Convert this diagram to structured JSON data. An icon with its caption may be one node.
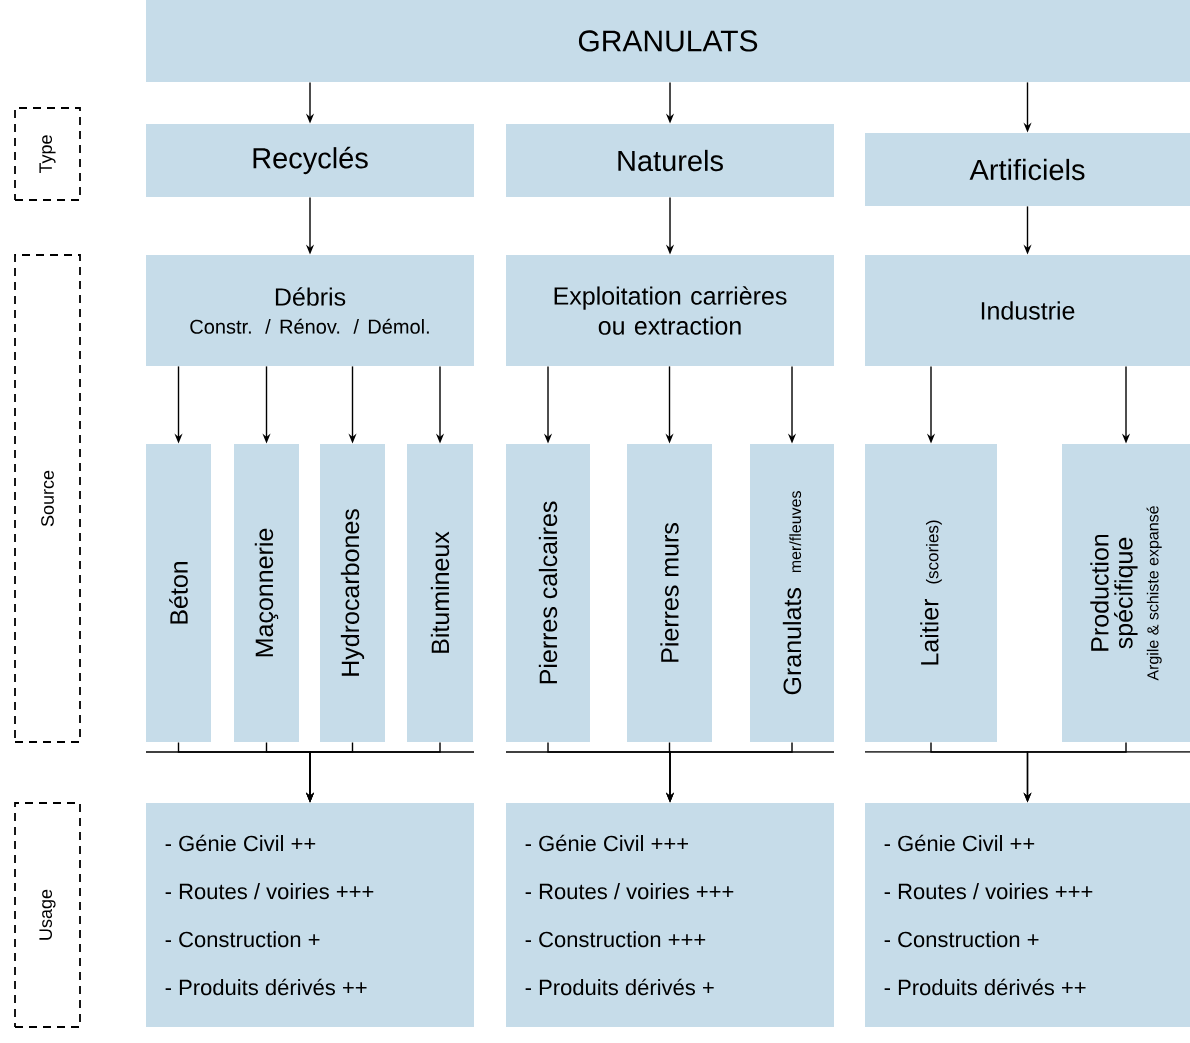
{
  "diagram": {
    "nodes": [
      {
        "text": [
          "GRANULATS"
        ]
      },
      {
        "text": [
          "Type"
        ]
      },
      {
        "text": [
          "Recyclés"
        ]
      },
      {
        "text": [
          "Naturels"
        ]
      },
      {
        "text": [
          "Artificiels"
        ]
      },
      {
        "text": [
          "Source"
        ]
      },
      {
        "text": [
          "Débris",
          "Constr. / Rénov. / Démol."
        ]
      },
      {
        "text": [
          "Exploitation carrières ou extraction"
        ]
      },
      {
        "text": [
          "Industrie"
        ]
      },
      {
        "text": [
          "Béton"
        ]
      },
      {
        "text": [
          "Maçonnerie"
        ]
      },
      {
        "text": [
          "Hydrocarbones"
        ]
      },
      {
        "text": [
          "Bitumineux"
        ]
      },
      {
        "text": [
          "Pierres calcaires"
        ]
      },
      {
        "text": [
          "Pierres murs"
        ]
      },
      {
        "text": [
          "Granulats",
          "mer/fleuves"
        ]
      },
      {
        "text": [
          "Laitier",
          "(scories)"
        ]
      },
      {
        "text": [
          "Production spécifique",
          "Argile & schiste expansé"
        ]
      },
      {
        "text": [
          "Usage"
        ]
      },
      {
        "text": [
          "- Génie Civil ++",
          "- Routes / voiries +++",
          "- Construction +",
          "- Produits dérivés ++"
        ]
      },
      {
        "text": [
          "- Génie Civil +++",
          "- Routes / voiries +++",
          "- Construction +++",
          "- Produits dérivés +"
        ]
      },
      {
        "text": [
          "- Génie Civil ++",
          "- Routes / voiries +++",
          "- Construction +",
          "- Produits dérivés ++"
        ]
      }
    ],
    "edges": [
      {
        "from": 0,
        "to": 2,
        "arrow": "to"
      },
      {
        "from": 0,
        "to": 3,
        "arrow": "to"
      },
      {
        "from": 0,
        "to": 4,
        "arrow": "to"
      },
      {
        "from": 2,
        "to": 6,
        "arrow": "to"
      },
      {
        "from": 3,
        "to": 7,
        "arrow": "to"
      },
      {
        "from": 4,
        "to": 8,
        "arrow": "to"
      },
      {
        "from": 6,
        "to": 9,
        "arrow": "to"
      },
      {
        "from": 6,
        "to": 10,
        "arrow": "to"
      },
      {
        "from": 6,
        "to": 11,
        "arrow": "to"
      },
      {
        "from": 6,
        "to": 12,
        "arrow": "to"
      },
      {
        "from": 7,
        "to": 13,
        "arrow": "to"
      },
      {
        "from": 7,
        "to": 14,
        "arrow": "to"
      },
      {
        "from": 7,
        "to": 15,
        "arrow": "to"
      },
      {
        "from": 8,
        "to": 16,
        "arrow": "to"
      },
      {
        "from": 8,
        "to": 17,
        "arrow": "to"
      },
      {
        "from": 9,
        "to": 19,
        "arrow": "to"
      },
      {
        "from": 10,
        "to": 19,
        "arrow": "to"
      },
      {
        "from": 11,
        "to": 19,
        "arrow": "to"
      },
      {
        "from": 12,
        "to": 19,
        "arrow": "to"
      },
      {
        "from": 13,
        "to": 20,
        "arrow": "to"
      },
      {
        "from": 14,
        "to": 20,
        "arrow": "to"
      },
      {
        "from": 15,
        "to": 20,
        "arrow": "to"
      },
      {
        "from": 16,
        "to": 21,
        "arrow": "to"
      },
      {
        "from": 17,
        "to": 21,
        "arrow": "to"
      }
    ]
  }
}
